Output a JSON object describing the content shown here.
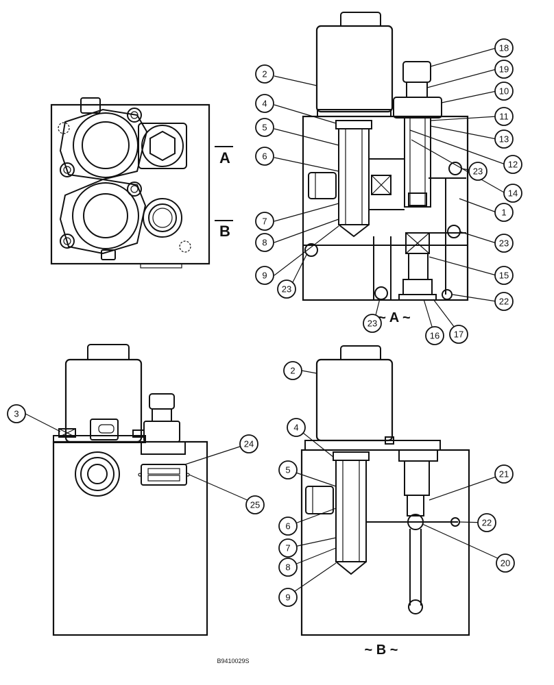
{
  "views": {
    "section_a_caption": "~ A ~",
    "section_b_caption": "~ B ~",
    "marker_a": "A",
    "marker_b": "B"
  },
  "reference_code": "B9410029S",
  "callouts": [
    "1",
    "2",
    "3",
    "4",
    "5",
    "6",
    "7",
    "8",
    "9",
    "10",
    "11",
    "12",
    "13",
    "14",
    "15",
    "16",
    "17",
    "18",
    "19",
    "20",
    "21",
    "22",
    "23",
    "24",
    "25"
  ]
}
